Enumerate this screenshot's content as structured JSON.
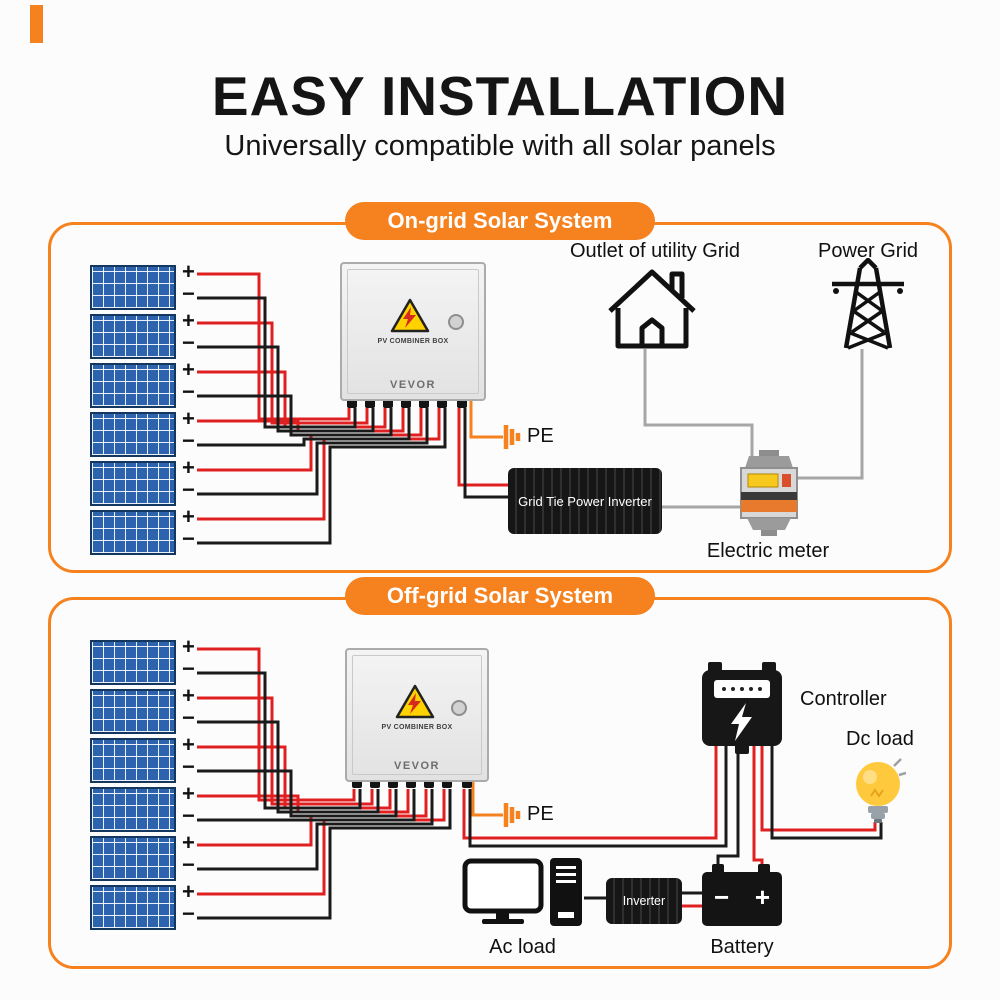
{
  "colors": {
    "accent": "#F5821F",
    "wire_positive": "#E02020",
    "wire_negative": "#1A1A1A",
    "wire_ground": "#F5821F",
    "wire_grid": "#A6A6A6",
    "panel_blue": "#2D62AE"
  },
  "header": {
    "title": "EASY INSTALLATION",
    "subtitle": "Universally compatible with all solar panels"
  },
  "symbols": {
    "plus": "+",
    "minus": "−"
  },
  "on_grid": {
    "title": "On-grid Solar System",
    "combiner": {
      "name": "PV COMBINER BOX",
      "brand": "VEVOR"
    },
    "pe": "PE",
    "inverter": "Grid Tie Power Inverter",
    "outlet": "Outlet of utility Grid",
    "power_grid": "Power Grid",
    "meter": "Electric meter"
  },
  "off_grid": {
    "title": "Off-grid Solar System",
    "combiner": {
      "name": "PV COMBINER BOX",
      "brand": "VEVOR"
    },
    "pe": "PE",
    "controller": "Controller",
    "dc_load": "Dc load",
    "ac_load": "Ac load",
    "inverter": "Inverter",
    "battery": "Battery"
  }
}
